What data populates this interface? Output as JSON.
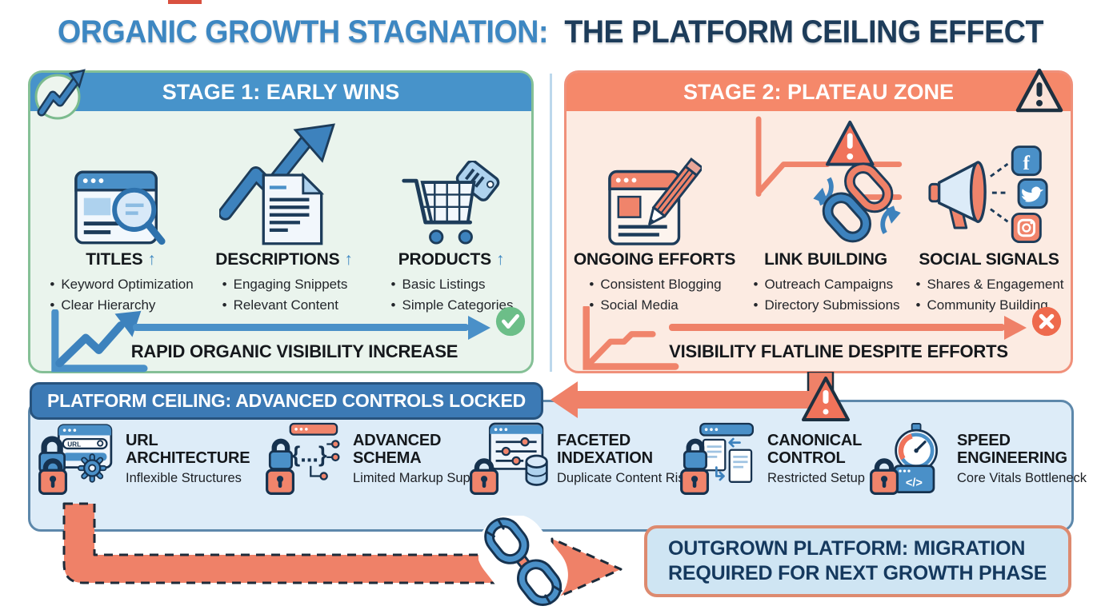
{
  "title": {
    "part1": "ORGANIC GROWTH STAGNATION:",
    "part2": "THE PLATFORM CEILING EFFECT"
  },
  "stage1": {
    "header": "STAGE 1: EARLY WINS",
    "badge_icon": "growth-trend-icon",
    "columns": [
      {
        "icon": "browser-search-icon",
        "title": "TITLES",
        "arrow": "↑",
        "bullets": [
          "Keyword Optimization",
          "Clear Hierarchy"
        ]
      },
      {
        "icon": "document-growth-icon",
        "title": "DESCRIPTIONS",
        "arrow": "↑",
        "bullets": [
          "Engaging Snippets",
          "Relevant Content"
        ]
      },
      {
        "icon": "cart-tag-icon",
        "title": "PRODUCTS",
        "arrow": "↑",
        "bullets": [
          "Basic Listings",
          "Simple Categories"
        ]
      }
    ],
    "outcome": {
      "icon": "growth-chart-icon",
      "status_icon": "check-circle-icon",
      "label": "RAPID ORGANIC VISIBILITY INCREASE"
    }
  },
  "stage2": {
    "header": "STAGE 2: PLATEAU ZONE",
    "badge_icon": "warning-triangle-icon",
    "columns": [
      {
        "icon": "blog-pencil-icon",
        "title": "ONGOING EFFORTS",
        "bullets": [
          "Consistent Blogging",
          "Social Media"
        ]
      },
      {
        "icon": "flatline-chain-icon",
        "title": "LINK BUILDING",
        "bullets": [
          "Outreach Campaigns",
          "Directory Submissions"
        ]
      },
      {
        "icon": "megaphone-social-icon",
        "title": "SOCIAL SIGNALS",
        "bullets": [
          "Shares & Engagement",
          "Community Building"
        ]
      }
    ],
    "outcome": {
      "icon": "flatline-chart-icon",
      "status_icon": "x-circle-icon",
      "label": "VISIBILITY FLATLINE DESPITE EFFORTS"
    }
  },
  "ceiling": {
    "header": "PLATFORM CEILING: ADVANCED CONTROLS LOCKED",
    "items": [
      {
        "icon": "lock-url-icon",
        "title": "URL ARCHITECTURE",
        "subtitle": "Inflexible Structures"
      },
      {
        "icon": "lock-schema-icon",
        "title": "ADVANCED SCHEMA",
        "subtitle": "Limited Markup Support"
      },
      {
        "icon": "lock-facets-icon",
        "title": "FACETED INDEXATION",
        "subtitle": "Duplicate Content Risk"
      },
      {
        "icon": "lock-canonical-icon",
        "title": "CANONICAL CONTROL",
        "subtitle": "Restricted Setup"
      },
      {
        "icon": "lock-speed-icon",
        "title": "SPEED ENGINEERING",
        "subtitle": "Core Vitals Bottleneck"
      }
    ]
  },
  "migration": {
    "icon": "broken-chain-icon",
    "label": "OUTGROWN PLATFORM: MIGRATION REQUIRED FOR NEXT GROWTH PHASE"
  },
  "colors": {
    "accent_blue": "#3d87c2",
    "navy": "#1d3c5a",
    "green": "#6cbe88",
    "salmon": "#ef8168",
    "red": "#ee6a4d",
    "ceiling_blue": "#3c7ab5"
  }
}
